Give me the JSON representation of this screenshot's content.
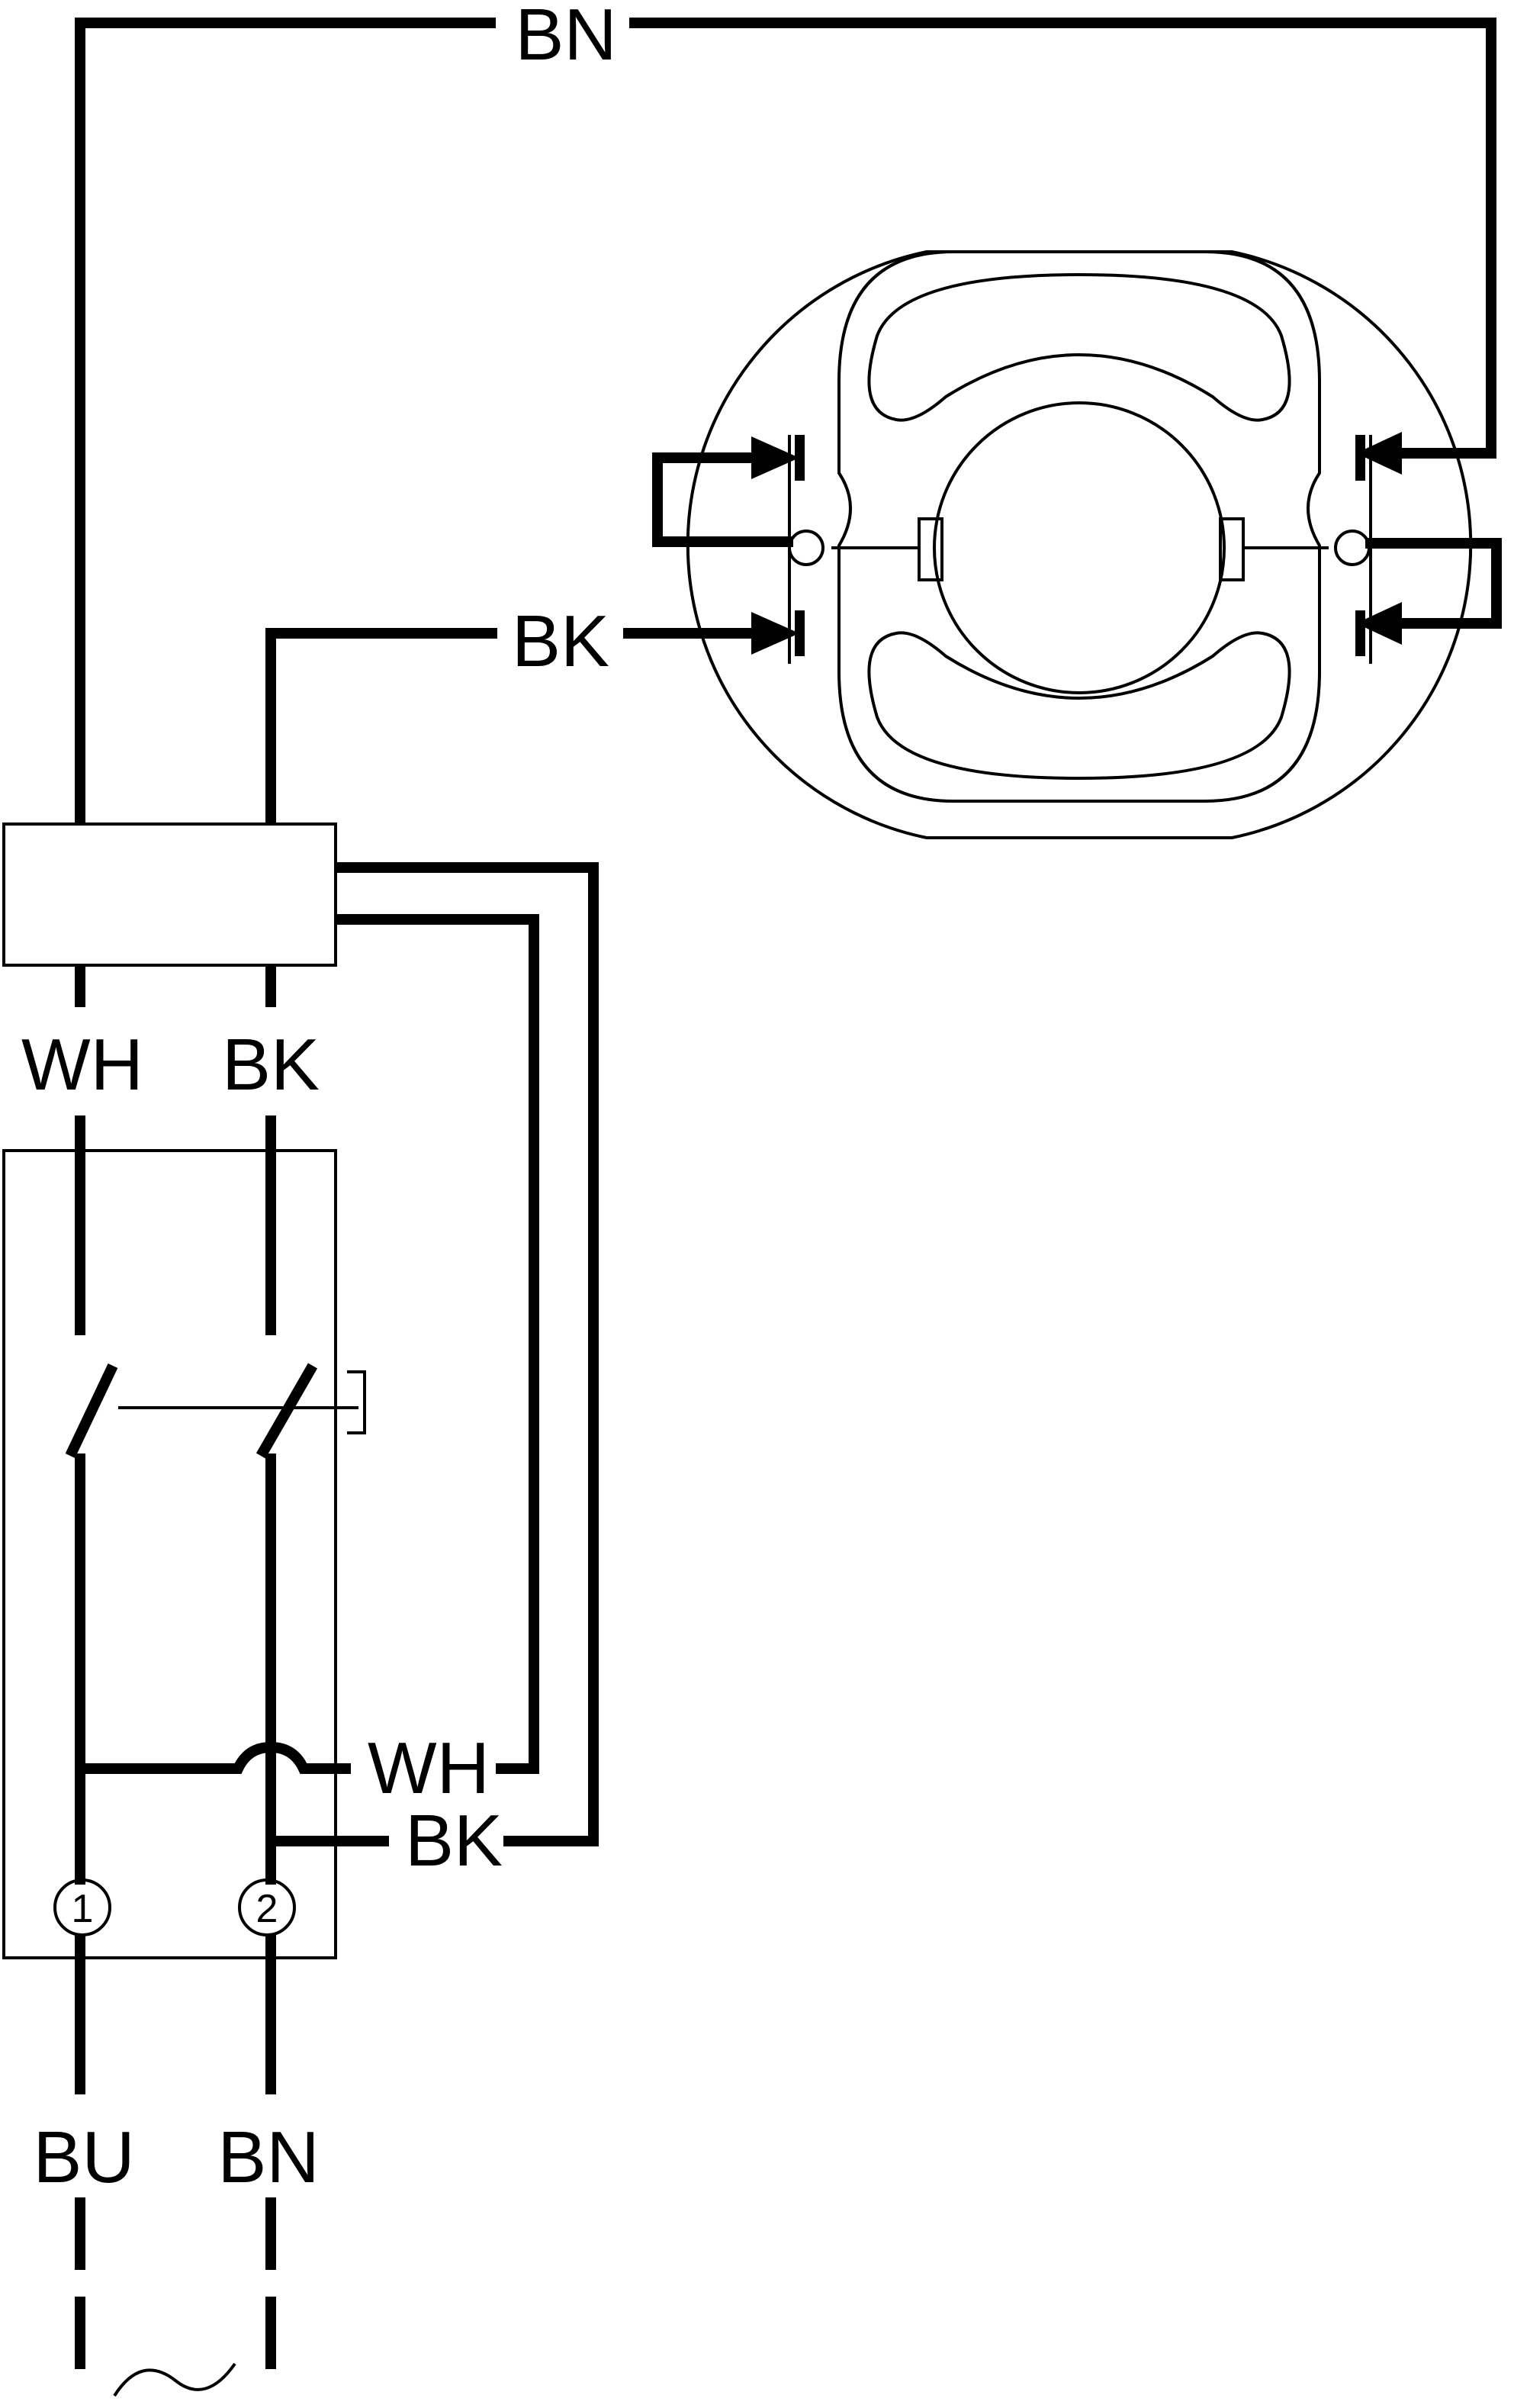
{
  "labels": {
    "top_bn": "BN",
    "motor_bk": "BK",
    "cap_wh": "WH",
    "cap_bk": "BK",
    "switch_wh": "WH",
    "switch_bk": "BK",
    "terminal_1": "1",
    "terminal_2": "2",
    "supply_bu": "BU",
    "supply_bn": "BN",
    "ac_symbol": "∼"
  }
}
